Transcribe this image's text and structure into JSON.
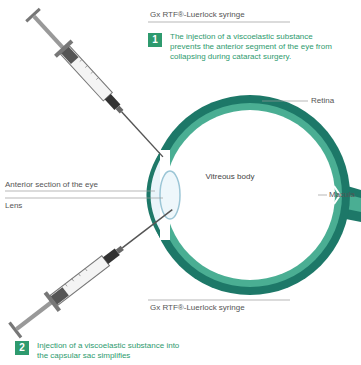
{
  "diagram": {
    "labels": [
      "Gx RTF®-Luerlock syringe",
      "1",
      "The injection of a viscoelastic substance prevents the anterior segment of the eye from collapsing during cataract surgery.",
      "Retina",
      "Anterior section of the eye",
      "Vitreous body",
      "Lens",
      "Macula",
      "Gx RTF®-Luerlock syringe",
      "2",
      "Injection of a viscoelastic substance into the capsular sac simplifies"
    ]
  }
}
